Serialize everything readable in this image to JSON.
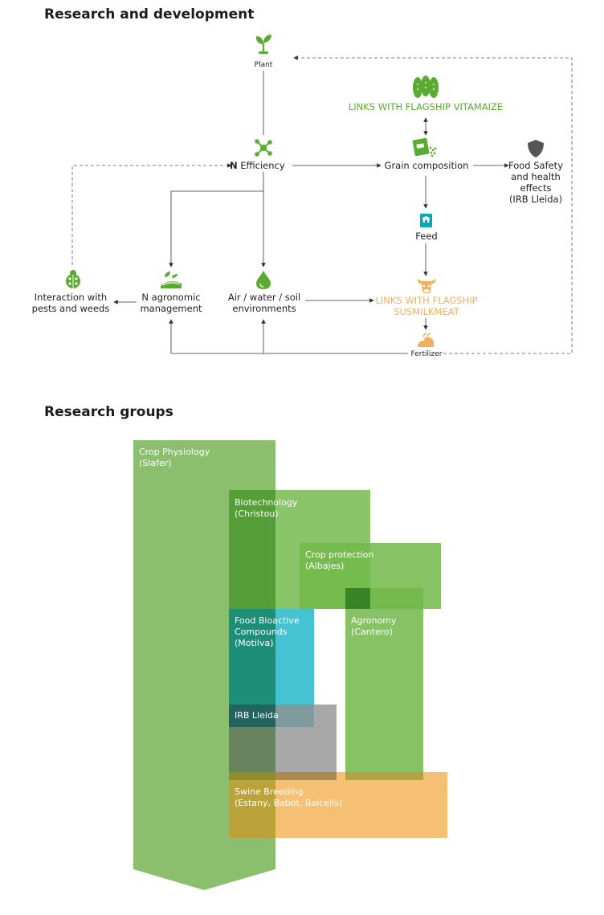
{
  "sections": {
    "rnd_title": "Research and development",
    "groups_title": "Research groups"
  },
  "diagram": {
    "plant": "Plant",
    "links_vitamaize": "LINKS WITH FLAGSHIP VITAMAIZE",
    "n_bold": "N",
    "n_efficiency": "Efficiency",
    "grain_composition": "Grain composition",
    "food_safety": [
      "Food Safety",
      "and health",
      "effects",
      "(IRB Lleida)"
    ],
    "feed": "Feed",
    "interaction": [
      "Interaction with",
      "pests and weeds"
    ],
    "n_agronomic": [
      "N agronomic",
      "management"
    ],
    "air_water": [
      "Air / water / soil",
      "environments"
    ],
    "links_susmilkmeat": [
      "LINKS WITH FLAGSHIP",
      "SUSMILKMEAT"
    ],
    "fertilizer": "Fertilizer"
  },
  "colors": {
    "green_icon": "#5aab32",
    "teal_icon": "#00a9b7",
    "orange_icon": "#f2b05c",
    "grey_icon": "#555555",
    "crop_physiology": "#8cbf6d",
    "biotechnology": "#72b849",
    "crop_protection": "#72b849",
    "agronomy": "#72b849",
    "food_bioactive": "#1fb5c8",
    "irb_lleida": "#8f8f8f",
    "swine_breeding": "#f3b45c"
  },
  "groups": {
    "crop_physiology": [
      "Crop Physiology",
      "(Slafer)"
    ],
    "biotechnology": [
      "Biotechnology",
      "(Christou)"
    ],
    "crop_protection": [
      "Crop protection",
      "(Albajes)"
    ],
    "food_bioactive": [
      "Food Bioactive",
      "Compounds",
      "(Motilva)"
    ],
    "agronomy": [
      "Agronomy",
      "(Cantero)"
    ],
    "irb_lleida": [
      "IRB Lleida"
    ],
    "swine_breeding": [
      "Swine Breeding",
      "(Estany, Babot, Balcells)"
    ]
  }
}
